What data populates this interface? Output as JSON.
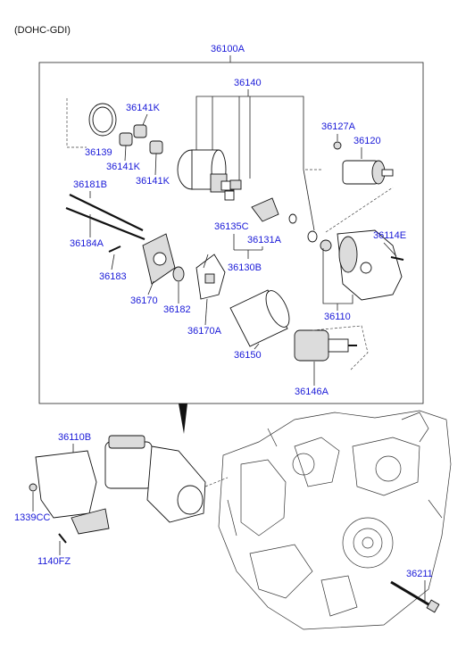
{
  "header": {
    "variant": "(DOHC-GDI)"
  },
  "assembly": {
    "main_label": "36100A"
  },
  "callouts": {
    "c36140": "36140",
    "c36141K_a": "36141K",
    "c36139": "36139",
    "c36141K_b": "36141K",
    "c36141K_c": "36141K",
    "c36127A": "36127A",
    "c36120": "36120",
    "c36181B": "36181B",
    "c36184A": "36184A",
    "c36183": "36183",
    "c36135C": "36135C",
    "c36131A": "36131A",
    "c36130B": "36130B",
    "c36114E": "36114E",
    "c36170": "36170",
    "c36182": "36182",
    "c36170A": "36170A",
    "c36110": "36110",
    "c36150": "36150",
    "c36146A": "36146A",
    "c36110B": "36110B",
    "c1339CC": "1339CC",
    "c1140FZ": "1140FZ",
    "c36211": "36211"
  },
  "colors": {
    "label": "#1a1ad8",
    "line": "#222222",
    "header": "#111111"
  }
}
